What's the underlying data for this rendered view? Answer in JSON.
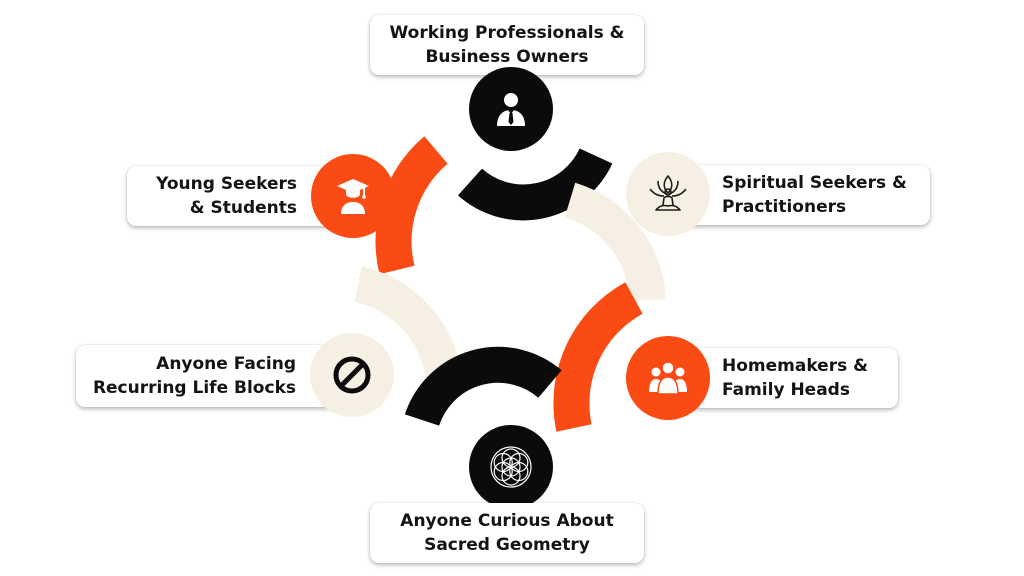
{
  "colors": {
    "orange": "#FB4B14",
    "black": "#0B0B0B",
    "cream": "#F6F0E4",
    "text": "#141414"
  },
  "nodes": {
    "top": {
      "line1": "Working Professionals &",
      "line2": "Business Owners",
      "icon": "businessman-icon",
      "circle_color": "#0B0B0B"
    },
    "top_left": {
      "line1": "Young Seekers",
      "line2": "& Students",
      "icon": "graduate-icon",
      "circle_color": "#FB4B14"
    },
    "top_right": {
      "line1": "Spiritual Seekers &",
      "line2": "Practitioners",
      "icon": "meditation-lotus-icon",
      "circle_color": "#F6F0E4"
    },
    "bottom_left": {
      "line1": "Anyone Facing",
      "line2": "Recurring Life Blocks",
      "icon": "blocked-icon",
      "circle_color": "#F6F0E4"
    },
    "bottom_right": {
      "line1": "Homemakers &",
      "line2": "Family Heads",
      "icon": "family-icon",
      "circle_color": "#FB4B14"
    },
    "bottom": {
      "line1": "Anyone Curious About",
      "line2": "Sacred Geometry",
      "icon": "flower-of-life-icon",
      "circle_color": "#0B0B0B"
    }
  }
}
